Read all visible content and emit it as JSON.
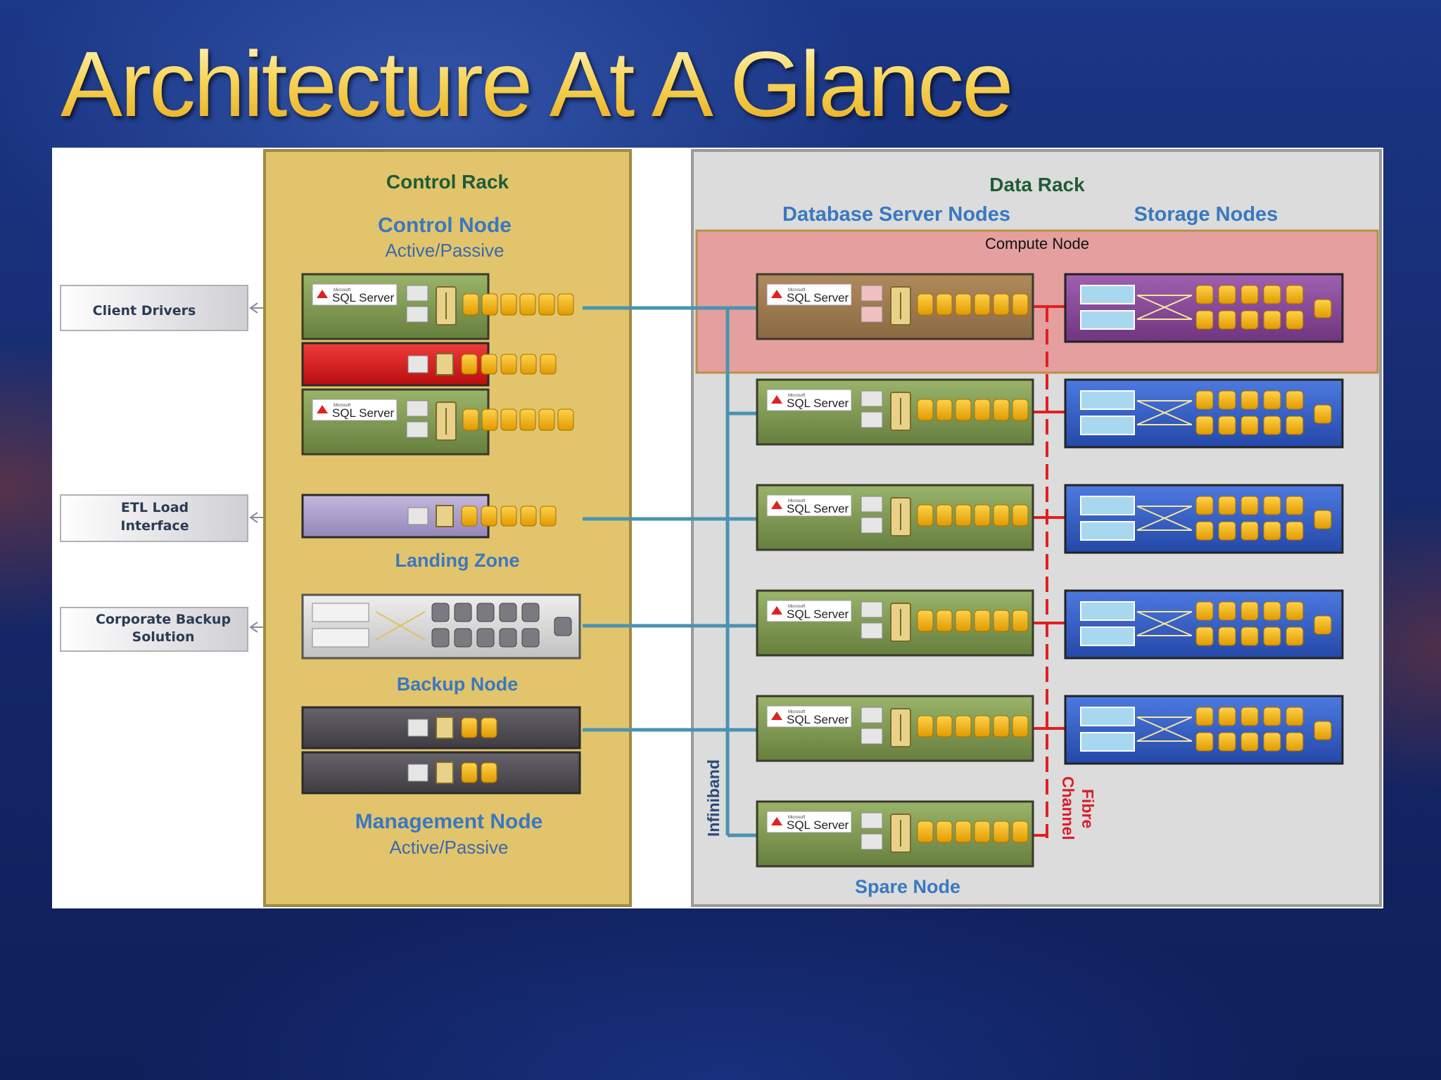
{
  "slide": {
    "title": "Architecture At A Glance"
  },
  "external": {
    "client_drivers": "Client Drivers",
    "etl_line1": "ETL Load",
    "etl_line2": "Interface",
    "backup_line1": "Corporate Backup",
    "backup_line2": "Solution"
  },
  "control_rack": {
    "title": "Control Rack",
    "control_node": "Control Node",
    "control_node_mode": "Active/Passive",
    "landing_zone": "Landing Zone",
    "backup_node": "Backup Node",
    "management_node": "Management Node",
    "management_node_mode": "Active/Passive"
  },
  "data_rack": {
    "title": "Data Rack",
    "db_server_nodes": "Database Server Nodes",
    "storage_nodes": "Storage Nodes",
    "compute_node": "Compute Node",
    "spare_node": "Spare Node",
    "infiniband": "Infiniband",
    "fibre_line1": "Fibre",
    "fibre_line2": "Channel"
  },
  "server_label": {
    "brand": "Microsoft",
    "product": "SQL Server"
  },
  "colors": {
    "control_rack_bg": "#e2c46c",
    "data_rack_bg": "#dcdcdc",
    "compute_highlight": "#e69a9a",
    "sql_node": "#7f9a54",
    "failover_node": "#d41a1a",
    "landing_zone_node": "#a89ac6",
    "backup_node": "#d4d4d4",
    "management_node": "#4e4b52",
    "storage_node": "#3a63c8",
    "storage_node_compute": "#8a4a9a",
    "infiniband_line": "#4a93b0",
    "fibre_channel_line": "#e02020",
    "disk": "#f5b700",
    "title_gold": "#f5cf3e"
  }
}
